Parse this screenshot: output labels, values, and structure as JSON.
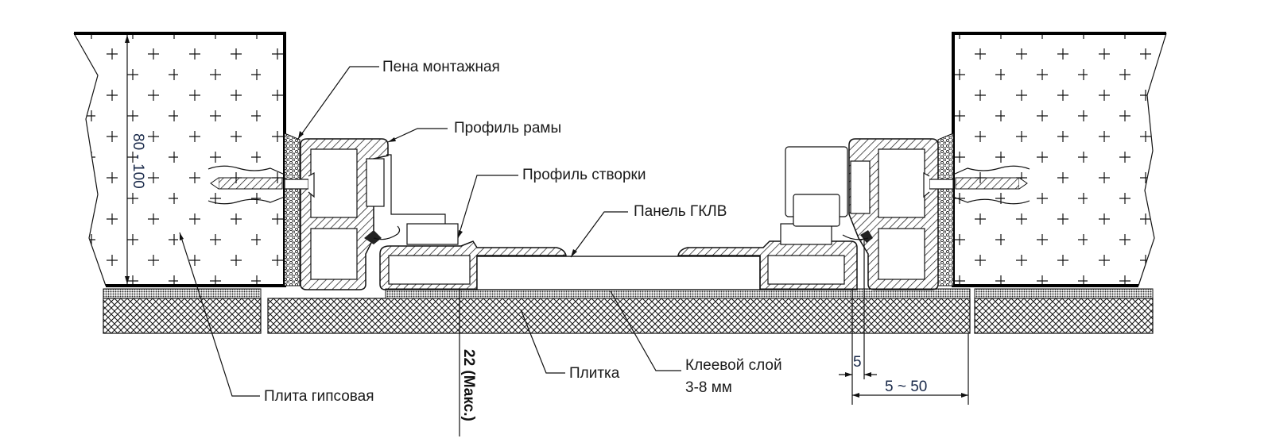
{
  "labels": {
    "foam": "Пена монтажная",
    "frame_profile": "Профиль рамы",
    "sash_profile": "Профиль створки",
    "panel": "Панель ГКЛВ",
    "gypsum_board": "Плита гипсовая",
    "tile": "Плитка",
    "adhesive_line1": "Клеевой слой",
    "adhesive_line2": "3-8 мм"
  },
  "dimensions": {
    "wall_thickness": "80 - 100",
    "max_depth": "22 (Макс.)",
    "gap": "5",
    "offset_range": "5 ~ 50"
  },
  "colors": {
    "line": "#111111",
    "dimension_text": "#1a2a4a",
    "background": "#ffffff"
  }
}
